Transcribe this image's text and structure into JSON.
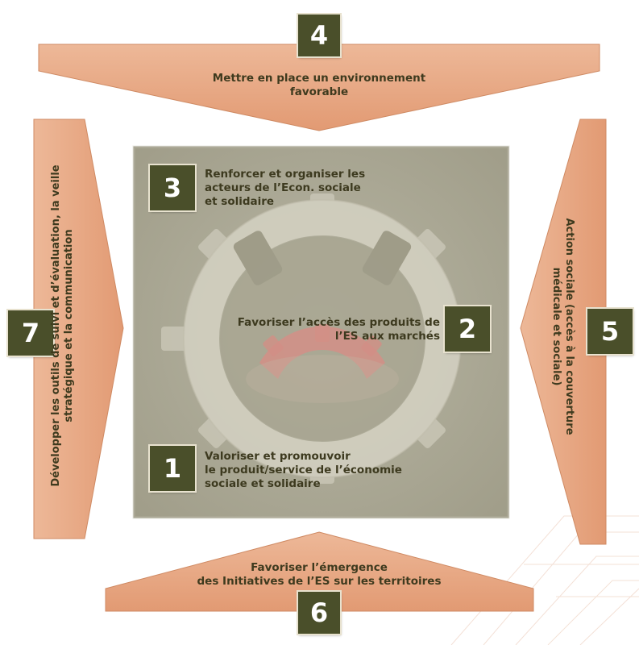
{
  "colors": {
    "arrow_fill": "#e8a784",
    "arrow_stroke": "#d08b66",
    "panel": "#a8a592",
    "badge": "#4a4f2a",
    "gear_light": "#d9d6c8",
    "gear_accent": "#d97f7a",
    "text": "#3e3a1e"
  },
  "arrows": {
    "top": {
      "number": "4",
      "text_lines": [
        "Mettre en place un environnement",
        "favorable"
      ]
    },
    "right": {
      "number": "5",
      "text_lines": [
        "Action sociale (accès à la couverture",
        "médicale et sociale)"
      ]
    },
    "bottom": {
      "number": "6",
      "text_lines": [
        "Favoriser l’émergence",
        "des Initiatives de l’ES sur les territoires"
      ]
    },
    "left": {
      "number": "7",
      "text_lines": [
        "Développer les outils de suivi  et d’évaluation, la veille",
        "stratégique et la communication"
      ]
    }
  },
  "center": {
    "item_3": {
      "number": "3",
      "text_lines": [
        "Renforcer  et organiser les",
        "acteurs de l’Econ. sociale",
        "et solidaire"
      ]
    },
    "item_2": {
      "number": "2",
      "text_lines": [
        "Favoriser l’accès des produits de",
        "l’ES aux marchés"
      ]
    },
    "item_1": {
      "number": "1",
      "text_lines": [
        "Valoriser et promouvoir",
        "le produit/service de l’économie",
        "sociale et solidaire"
      ]
    }
  }
}
